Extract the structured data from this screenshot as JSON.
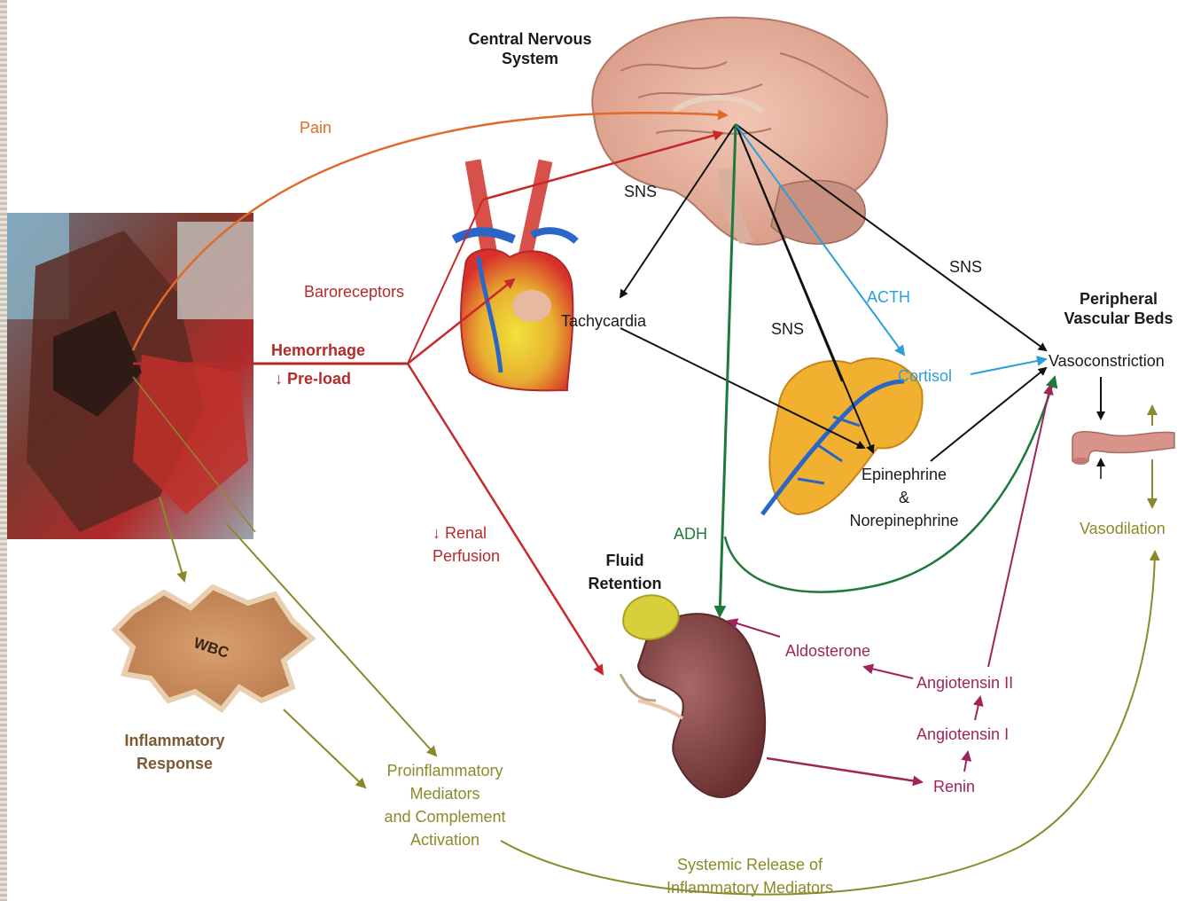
{
  "labels": {
    "cns": [
      "Central Nervous",
      "System"
    ],
    "pain": "Pain",
    "sns_top": "SNS",
    "baroreceptors": "Baroreceptors",
    "hemorrhage": "Hemorrhage",
    "preload": "↓ Pre-load",
    "tachycardia": "Tachycardia",
    "sns_right": "SNS",
    "acth": "ACTH",
    "sns_mid": "SNS",
    "peripheral": [
      "Peripheral",
      "Vascular Beds"
    ],
    "vasoconstriction": "Vasoconstriction",
    "cortisol": "Cortisol",
    "epinephrine": [
      "Epinephrine",
      "&",
      "Norepinephrine"
    ],
    "vasodilation": "Vasodilation",
    "renal": [
      "↓ Renal",
      "Perfusion"
    ],
    "adh": "ADH",
    "fluid": [
      "Fluid",
      "Retention"
    ],
    "aldosterone": "Aldosterone",
    "angiotensin2": "Angiotensin II",
    "angiotensin1": "Angiotensin I",
    "renin": "Renin",
    "wbc": "WBC",
    "inflammatory_response": [
      "Inflammatory",
      "Response"
    ],
    "proinflammatory": [
      "Proinflammatory",
      "Mediators",
      "and Complement",
      "Activation"
    ],
    "systemic": [
      "Systemic Release of",
      "Inflammatory Mediators"
    ]
  },
  "colors": {
    "pain": "#e06a2a",
    "hemorrhage": "#b52a2a",
    "sns": "#111111",
    "acth": "#2a9fd8",
    "adh": "#1e7a3a",
    "raas": "#a0245a",
    "inflammation": "#8a8a2a"
  },
  "icons": [
    "brain-illustration",
    "heart-illustration",
    "adrenal-illustration",
    "kidney-illustration",
    "blood-vessel-illustration",
    "wbc-cell-illustration",
    "wound-photo"
  ]
}
